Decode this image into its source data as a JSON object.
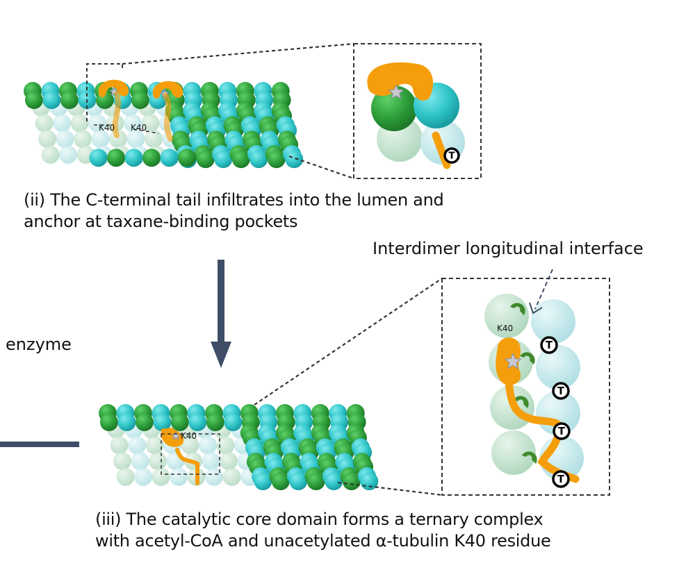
{
  "colors": {
    "alpha_dark": "#2e9e3a",
    "beta_dark": "#2fc5c8",
    "alpha_light": "#c2e2cf",
    "beta_light": "#c4e9ec",
    "enzyme": "#f59e0b",
    "star": "#c7c9cf",
    "pocket": "#3f8a2c",
    "arrow": "#3f4d66",
    "dash": "#333333"
  },
  "panel_ii": {
    "caption_line1": "(ii) The C-terminal tail infiltrates into the lumen and",
    "caption_line2": "anchor at taxane-binding pockets",
    "k40_labels": [
      "K40",
      "K40"
    ],
    "inset_marker": "T"
  },
  "panel_iii": {
    "caption_line1": "(iii) The catalytic core domain forms a ternary complex",
    "caption_line2": "with acetyl-CoA and unacetylated α-tubulin K40 residue",
    "k40_label": "K40",
    "inset_k40_label": "K40",
    "inset_markers": [
      "T",
      "T",
      "T",
      "T"
    ],
    "interface_label": "Interdimer longitudinal interface"
  },
  "left_fragment": {
    "label": "enzyme"
  }
}
